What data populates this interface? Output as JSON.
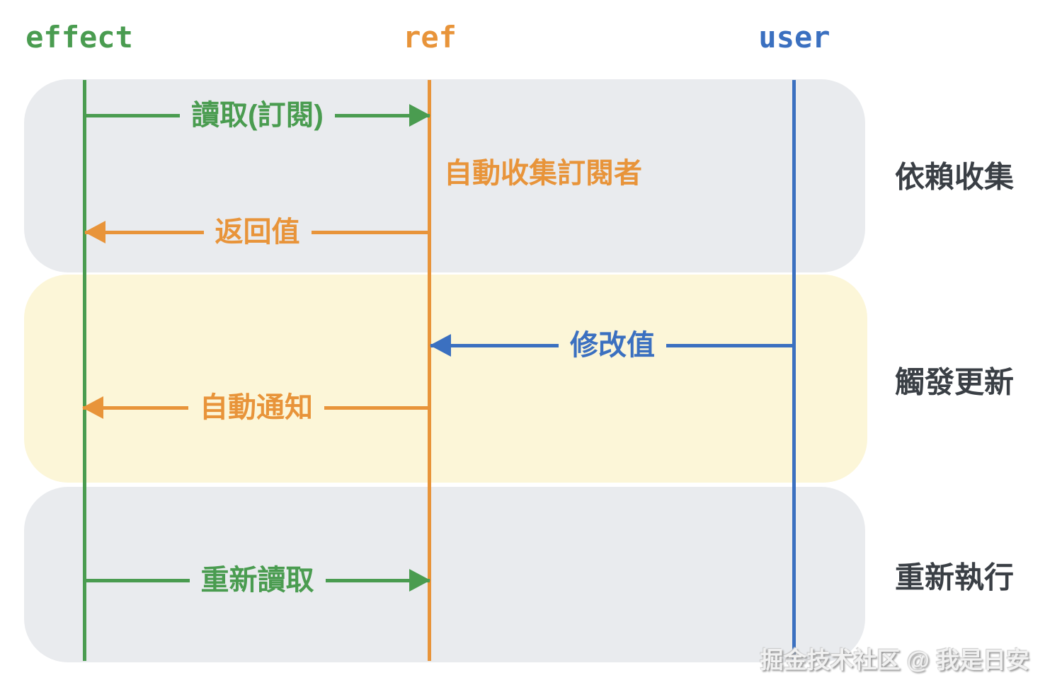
{
  "diagram": {
    "title_actors": [
      {
        "label": "effect",
        "color": "#4a9c50"
      },
      {
        "label": "ref",
        "color": "#e8943a"
      },
      {
        "label": "user",
        "color": "#3b70c0"
      }
    ],
    "phases": [
      {
        "label": "依賴收集",
        "background": "#e9ebee"
      },
      {
        "label": "觸發更新",
        "background": "#fcf6d8"
      },
      {
        "label": "重新執行",
        "background": "#e9ebee"
      }
    ],
    "messages": [
      {
        "label": "讀取(訂閱)",
        "from": "effect",
        "to": "ref",
        "direction": "right",
        "color": "#4a9c50"
      },
      {
        "label": "返回值",
        "from": "ref",
        "to": "effect",
        "direction": "left",
        "color": "#e8943a"
      },
      {
        "label": "修改值",
        "from": "user",
        "to": "ref",
        "direction": "left",
        "color": "#3b70c0"
      },
      {
        "label": "自動通知",
        "from": "ref",
        "to": "effect",
        "direction": "left",
        "color": "#e8943a"
      },
      {
        "label": "重新讀取",
        "from": "effect",
        "to": "ref",
        "direction": "right",
        "color": "#4a9c50"
      }
    ],
    "notes": [
      {
        "label": "自動收集訂閱者",
        "color": "#e8943a"
      }
    ],
    "watermark": "掘金技术社区 @ 我是日安",
    "colors": {
      "green": "#4a9c50",
      "orange": "#e8943a",
      "blue": "#3b70c0",
      "band_gray": "#e9ebee",
      "band_yellow": "#fcf6d8",
      "phase_text": "#3a3f45"
    }
  }
}
